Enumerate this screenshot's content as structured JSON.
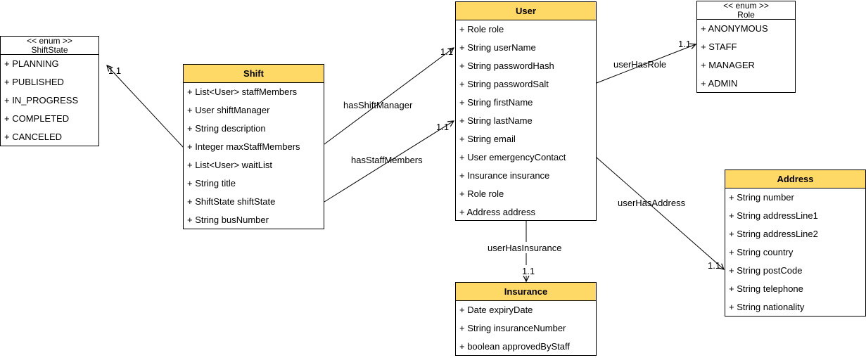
{
  "classes": {
    "shiftstate": {
      "stereotype": "<< enum >>",
      "name": "ShiftState",
      "attributes": [
        "+ PLANNING",
        "+ PUBLISHED",
        "+ IN_PROGRESS",
        "+ COMPLETED",
        "+ CANCELED"
      ]
    },
    "shift": {
      "name": "Shift",
      "attributes": [
        "+ List<User> staffMembers",
        "+ User shiftManager",
        "+ String description",
        "+ Integer maxStaffMembers",
        "+ List<User> waitList",
        "+ String title",
        "+ ShiftState shiftState",
        "+ String busNumber"
      ]
    },
    "user": {
      "name": "User",
      "attributes": [
        "+ Role role",
        "+ String userName",
        "+ String passwordHash",
        "+ String passwordSalt",
        "+ String firstName",
        "+ String lastName",
        "+ String email",
        "+ User emergencyContact",
        "+ Insurance insurance",
        "+ Role role",
        "+ Address address"
      ]
    },
    "role": {
      "stereotype": "<< enum >>",
      "name": "Role",
      "attributes": [
        "+ ANONYMOUS",
        "+ STAFF",
        "+ MANAGER",
        "+ ADMIN"
      ]
    },
    "address": {
      "name": "Address",
      "attributes": [
        "+ String number",
        "+ String addressLine1",
        "+ String addressLine2",
        "+ String country",
        "+ String postCode",
        "+ String telephone",
        "+ String nationality"
      ]
    },
    "insurance": {
      "name": "Insurance",
      "attributes": [
        "+ Date expiryDate",
        "+ String insuranceNumber",
        "+ boolean approvedByStaff"
      ]
    }
  },
  "relations": {
    "shift_state": {
      "multiplicity": "1.1"
    },
    "has_shift_manager": {
      "label": "hasShiftManager",
      "multiplicity": "1.1"
    },
    "has_staff_members": {
      "label": "hasStaffMembers",
      "multiplicity": "1.1"
    },
    "user_has_role": {
      "label": "userHasRole",
      "multiplicity": "1.1"
    },
    "user_has_address": {
      "label": "userHasAddress",
      "multiplicity": "1.1"
    },
    "user_has_insurance": {
      "label": "userHasInsurance",
      "multiplicity": "1.1"
    }
  },
  "colors": {
    "header_fill": "#ffd966",
    "line": "#000000"
  }
}
